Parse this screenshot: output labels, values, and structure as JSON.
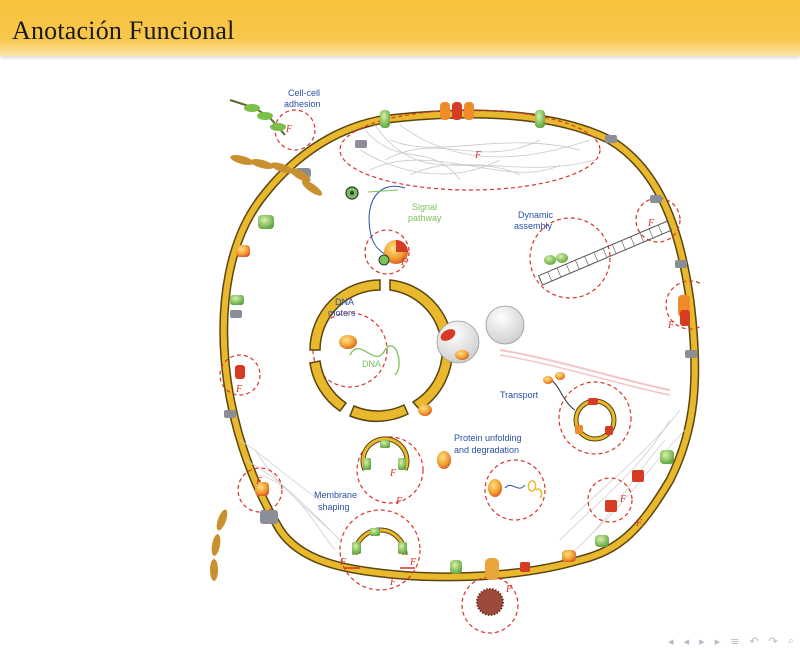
{
  "slide": {
    "title": "Anotación Funcional"
  },
  "figure": {
    "labels": {
      "cell_cell_adhesion_1": "Cell-cell",
      "cell_cell_adhesion_2": "adhesion",
      "signal_pathway_1": "Signal",
      "signal_pathway_2": "pathway",
      "dynamic_assembly_1": "Dynamic",
      "dynamic_assembly_2": "assembly",
      "dna_motors_1": "DNA",
      "dna_motors_2": "motors",
      "dna": "DNA",
      "transport": "Transport",
      "protein_unfolding_1": "Protein unfolding",
      "protein_unfolding_2": "and degradation",
      "membrane_shaping_1": "Membrane",
      "membrane_shaping_2": "shaping",
      "f": "F"
    },
    "colors": {
      "membrane": "#e9b92d",
      "membrane_edge": "#5a4411",
      "dashed_circle": "#d8332a",
      "protein_green": "#7cc04a",
      "protein_orange": "#ee8b2a",
      "protein_red": "#d63b24",
      "grey_pore": "#8a8f97",
      "label_blue": "#2a4fa3",
      "label_green": "#79c25a"
    }
  },
  "nav": {
    "icons": [
      "nav-first-icon",
      "nav-prev-icon",
      "nav-next-icon",
      "nav-last-icon",
      "nav-list-icon",
      "nav-back-icon",
      "nav-forward-icon",
      "nav-search-icon"
    ]
  }
}
